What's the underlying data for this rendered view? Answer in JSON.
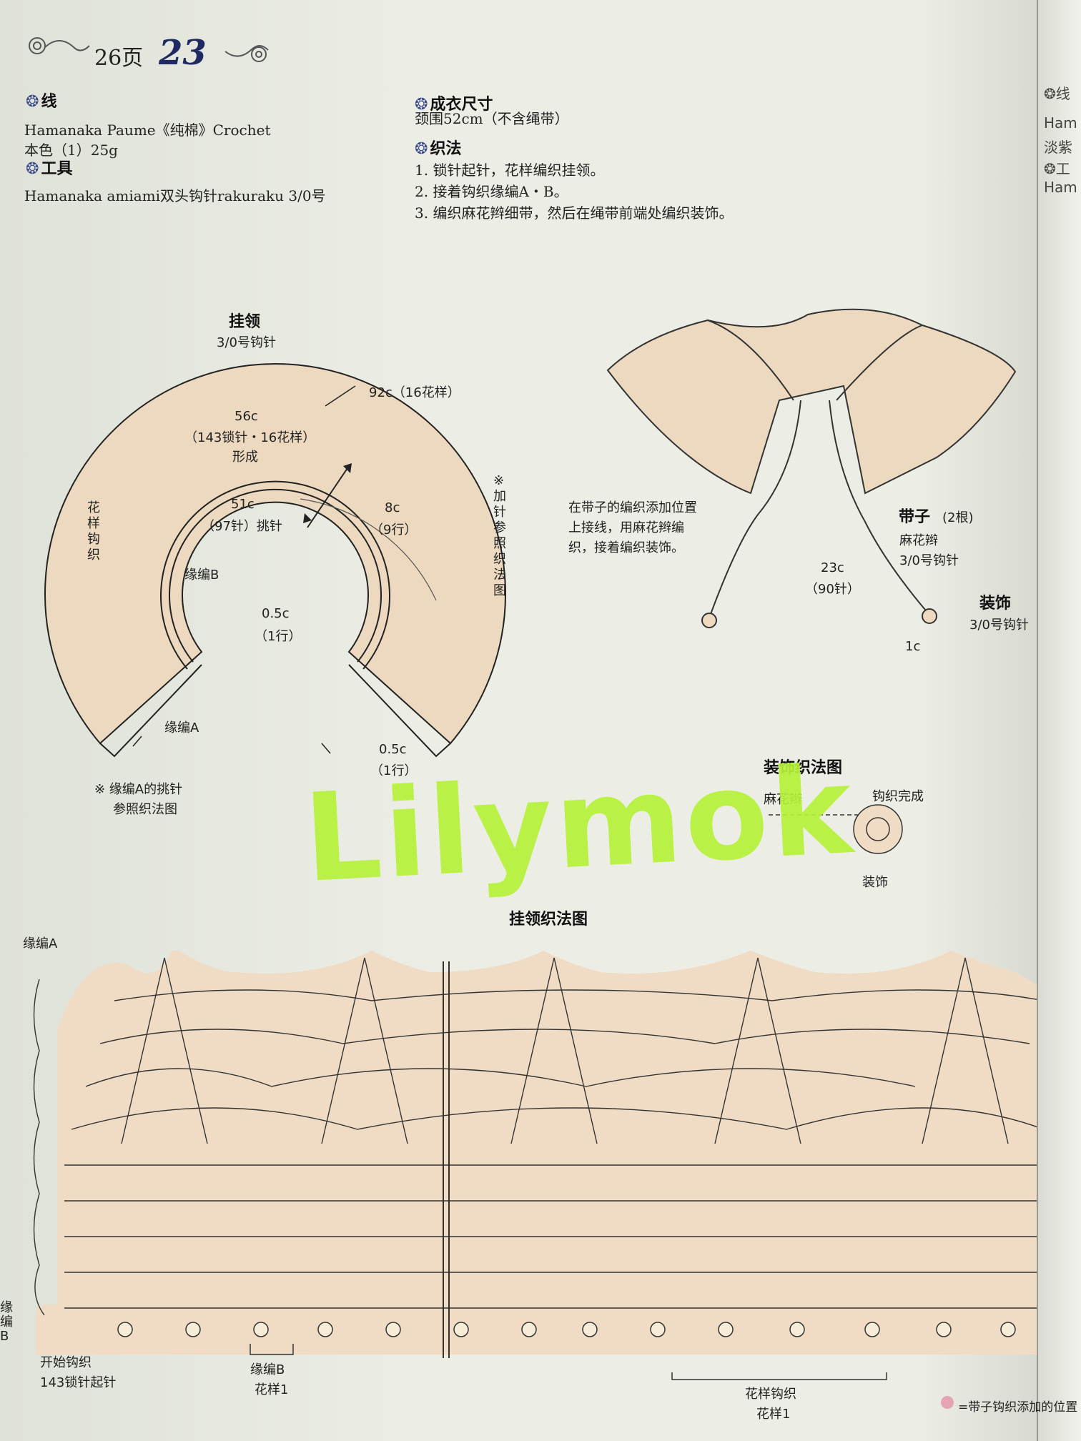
{
  "header": {
    "page_label": "26页",
    "pattern_number": "23"
  },
  "materials": {
    "yarn_heading": "线",
    "yarn_line1": "Hamanaka Paume《纯棉》Crochet",
    "yarn_line2": "本色（1）25g",
    "tool_heading": "工具",
    "tool_line": "Hamanaka amiami双头钩针rakuraku  3/0号"
  },
  "finished": {
    "size_heading": "成衣尺寸",
    "size_line": "颈围52cm（不含绳带）",
    "method_heading": "织法",
    "steps": [
      "1. 锁针起针，花样编织挂领。",
      "2. 接着钩织缘编A・B。",
      "3. 编织麻花辫细带，然后在绳带前端处编织装饰。"
    ]
  },
  "collar_diagram": {
    "title": "挂领",
    "subtitle": "3/0号钩针",
    "outer": "92c（16花样）",
    "mid_top": "56c",
    "mid_detail": "（143锁针・16花样）",
    "forming": "形成",
    "side_label": "花样钩织",
    "inner_top": "51c",
    "inner_detail": "（97针）挑针",
    "depth": "8c",
    "depth_rows": "（9行）",
    "edge_b": "缘编B",
    "edge_a": "缘编A",
    "edge_half": "0.5c",
    "edge_half_rows": "（1行）",
    "edge_half2": "0.5c",
    "edge_half2_rows": "（1行）",
    "vertical_note": "※加针参照织法图",
    "note_line1": "※ 缘编A的挑针",
    "note_line2": "参照织法图"
  },
  "illustration": {
    "note1": "在带子的编织添加位置",
    "note2": "上接线，用麻花辫编",
    "note3": "织，接着编织装饰。",
    "tie_title": "带子",
    "tie_count": "(2根)",
    "tie_type": "麻花辫",
    "tie_hook": "3/0号钩针",
    "tie_len": "23c",
    "tie_sts": "（90针）",
    "deco_title": "装饰",
    "deco_hook": "3/0号钩针",
    "deco_size": "1c"
  },
  "deco_chart": {
    "title": "装饰织法图",
    "braid": "麻花辫",
    "finish": "钩织完成",
    "deco": "装饰"
  },
  "watermark": "Lilymok",
  "main_chart": {
    "title": "挂领织法图",
    "edge_a": "缘编A",
    "edge_b_side": "缘编B",
    "start1": "开始钩织",
    "start2": "143锁针起针",
    "edge_b": "缘编B",
    "pattern1": "花样1",
    "pattern_knit": "花样钩织",
    "pattern1b": "花样1",
    "legend": "=带子钩织添加的位置"
  },
  "colors": {
    "collar_fill": "#ecd9bf",
    "chart_fill": "#f0dcc4",
    "accent": "#1e2a60",
    "watermark": "#b6f23a",
    "legend_dot": "#e4a4b4"
  }
}
